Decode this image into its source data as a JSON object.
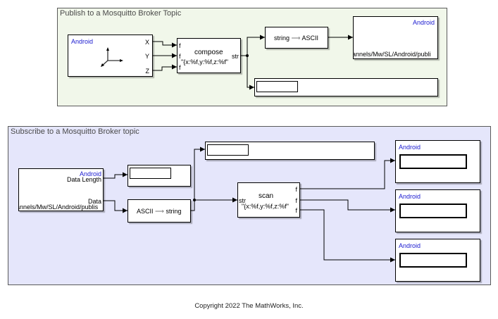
{
  "publish_area": {
    "title": "Publish to a Mosquitto Broker Topic",
    "background": "#f1f7ea",
    "accelerometer": {
      "brand": "Android",
      "ports": [
        "X",
        "Y",
        "Z"
      ],
      "icon": "xyz-axes-icon"
    },
    "compose": {
      "title": "compose",
      "format": "\"{x:%f,y:%f,z:%f\"",
      "in_ports": [
        "f",
        "f",
        "f"
      ],
      "out_port": "str"
    },
    "string_to_ascii": {
      "from": "string",
      "to": "ASCII",
      "arrow": "⟶"
    },
    "mqtt_publish": {
      "brand": "Android",
      "topic": "annels/Mw/SL/Android/publi"
    },
    "display": {
      "value": ""
    }
  },
  "subscribe_area": {
    "title": "Subscribe to a Mosquitto Broker topic",
    "background": "#e5e6fb",
    "mqtt_subscribe": {
      "brand": "Android",
      "port_data_length": "Data Length",
      "port_data": "Data",
      "topic": "annels/Mw/SL/Android/publis"
    },
    "length_display": {
      "value": ""
    },
    "ascii_to_string": {
      "from": "ASCII",
      "to": "string",
      "arrow": "⟶"
    },
    "string_display": {
      "value": ""
    },
    "scan": {
      "title": "scan",
      "format": "\"{x:%f,y:%f,z:%f\"",
      "in_port": "str",
      "out_ports": [
        "f",
        "f",
        "f"
      ]
    },
    "android_displays": [
      {
        "brand": "Android",
        "value": ""
      },
      {
        "brand": "Android",
        "value": ""
      },
      {
        "brand": "Android",
        "value": ""
      }
    ]
  },
  "footer": {
    "copyright": "Copyright 2022 The MathWorks, Inc."
  }
}
